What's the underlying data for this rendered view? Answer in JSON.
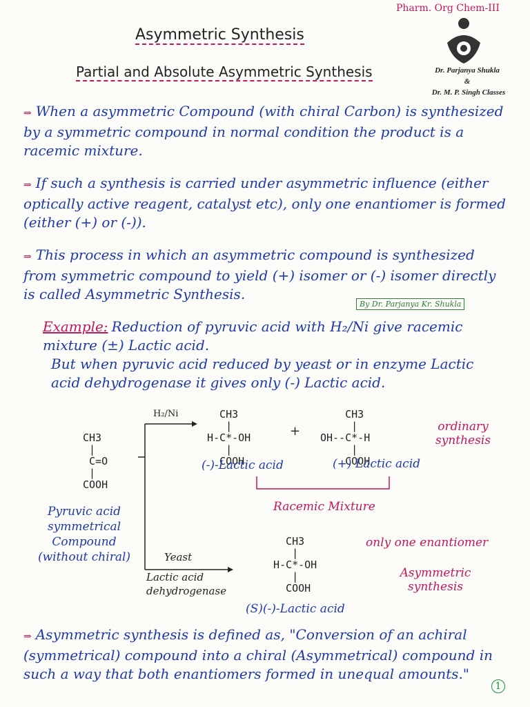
{
  "header": {
    "course": "Pharm. Org Chem-III",
    "author_line1": "Dr. Parjanya Shukla",
    "author_amp": "&",
    "author_line2": "Dr. M. P. Singh Classes"
  },
  "title": "Asymmetric Synthesis",
  "subtitle": "Partial and Absolute Asymmetric Synthesis",
  "paragraphs": [
    "When a asymmetric Compound (with chiral Carbon) is synthesized by a symmetric compound in normal condition the product is a racemic mixture.",
    "If such a synthesis is carried under asymmetric influence (either optically active reagent, catalyst etc), only one enantiomer is formed (either (+) or (-)).",
    "This process in which an asymmetric compound is synthesized from symmetric compound to yield (+) isomer or (-) isomer directly is called Asymmetric Synthesis."
  ],
  "stamp": "By Dr. Parjanya Kr. Shukla",
  "example": {
    "label": "Example:",
    "line1": "Reduction of pyruvic acid with H₂/Ni give racemic mixture (±) Lactic acid.",
    "line2": "But when pyruvic acid reduced by yeast or in enzyme Lactic acid dehydrogenase it gives only (-) Lactic acid."
  },
  "scheme": {
    "reactant": "CH3\n |\n C=O\n |\nCOOH",
    "reagent_top": "H₂/Ni",
    "product1": "  CH3\n   |\nH-C*-OH\n   |\n  COOH",
    "plus": "+",
    "product2": "    CH3\n     |\nOH--C*-H\n     |\n    COOH",
    "product1_name": "(-)-Lactic acid",
    "product2_name": "(+) Lactic acid",
    "racemic": "Racemic Mixture",
    "ordinary": "ordinary synthesis",
    "reactant_name": "Pyruvic acid symmetrical Compound (without chiral)",
    "reagent_bottom_1": "Yeast",
    "reagent_bottom_2": "Lactic acid dehydrogenase",
    "product3": "  CH3\n   |\nH-C*-OH\n   |\n  COOH",
    "product3_name": "(S)(-)-Lactic acid",
    "only_one": "only one enantiomer",
    "asymmetric": "Asymmetric synthesis"
  },
  "definition": "Asymmetric synthesis is defined as, \"Conversion of an achiral (symmetrical) compound into a chiral (Asymmetrical) compound in such a way that both enantiomers formed in unequal amounts.\"",
  "page_number": "1"
}
